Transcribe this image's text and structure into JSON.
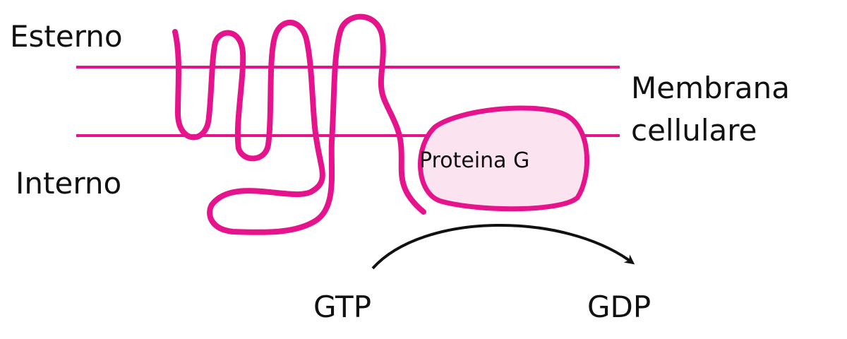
{
  "labels": {
    "outside": "Esterno",
    "inside": "Interno",
    "membrane_line1": "Membrana",
    "membrane_line2": "cellulare",
    "g_protein": "Proteina G",
    "reactant": "GTP",
    "product": "GDP"
  },
  "colors": {
    "magenta": "#e6148c",
    "protein_fill": "#fbe3ef",
    "arrow": "#111111",
    "text": "#111111"
  }
}
